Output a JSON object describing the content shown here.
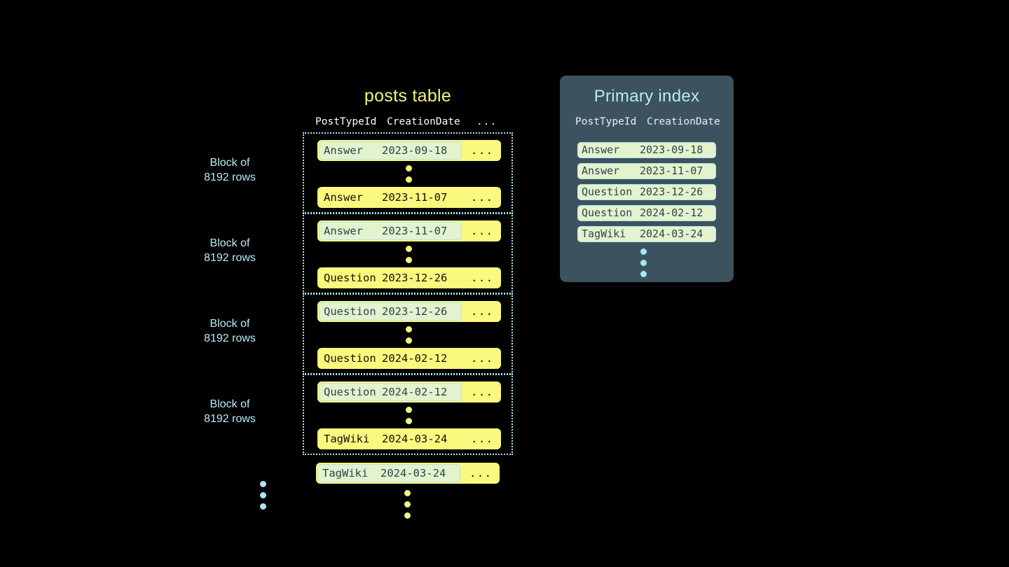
{
  "colors": {
    "background": "#000000",
    "row_yellow": "#fbf87e",
    "highlight_green": "#e2f3cd",
    "highlight_border": "#b4e2f0",
    "accent_blue": "#b8ecfa",
    "title_yellow": "#f2f27a",
    "panel_slate": "#3c525e",
    "dot_yellow": "#f7f47e",
    "dot_blue": "#ade4f5"
  },
  "posts_table": {
    "title": "posts table",
    "columns": [
      "PostTypeId",
      "CreationDate",
      "..."
    ],
    "ellipsis_cell": "...",
    "blocks": [
      {
        "label_line1": "Block of",
        "label_line2": "8192 rows",
        "first_row": {
          "post_type_id": "Answer",
          "creation_date": "2023-09-18",
          "more": "...",
          "highlighted": true
        },
        "last_row": {
          "post_type_id": "Answer",
          "creation_date": "2023-11-07",
          "more": "...",
          "highlighted": false
        }
      },
      {
        "label_line1": "Block of",
        "label_line2": "8192 rows",
        "first_row": {
          "post_type_id": "Answer",
          "creation_date": "2023-11-07",
          "more": "...",
          "highlighted": true
        },
        "last_row": {
          "post_type_id": "Question",
          "creation_date": "2023-12-26",
          "more": "...",
          "highlighted": false
        }
      },
      {
        "label_line1": "Block of",
        "label_line2": "8192 rows",
        "first_row": {
          "post_type_id": "Question",
          "creation_date": "2023-12-26",
          "more": "...",
          "highlighted": true
        },
        "last_row": {
          "post_type_id": "Question",
          "creation_date": "2024-02-12",
          "more": "...",
          "highlighted": false
        }
      },
      {
        "label_line1": "Block of",
        "label_line2": "8192 rows",
        "first_row": {
          "post_type_id": "Question",
          "creation_date": "2024-02-12",
          "more": "...",
          "highlighted": true
        },
        "last_row": {
          "post_type_id": "TagWiki",
          "creation_date": "2024-03-24",
          "more": "...",
          "highlighted": false
        }
      }
    ],
    "trailing_row": {
      "post_type_id": "TagWiki",
      "creation_date": "2024-03-24",
      "more": "...",
      "highlighted": true
    }
  },
  "primary_index": {
    "title": "Primary index",
    "columns": [
      "PostTypeId",
      "CreationDate"
    ],
    "rows": [
      {
        "post_type_id": "Answer",
        "creation_date": "2023-09-18"
      },
      {
        "post_type_id": "Answer",
        "creation_date": "2023-11-07"
      },
      {
        "post_type_id": "Question",
        "creation_date": "2023-12-26"
      },
      {
        "post_type_id": "Question",
        "creation_date": "2024-02-12"
      },
      {
        "post_type_id": "TagWiki",
        "creation_date": "2024-03-24"
      }
    ]
  }
}
